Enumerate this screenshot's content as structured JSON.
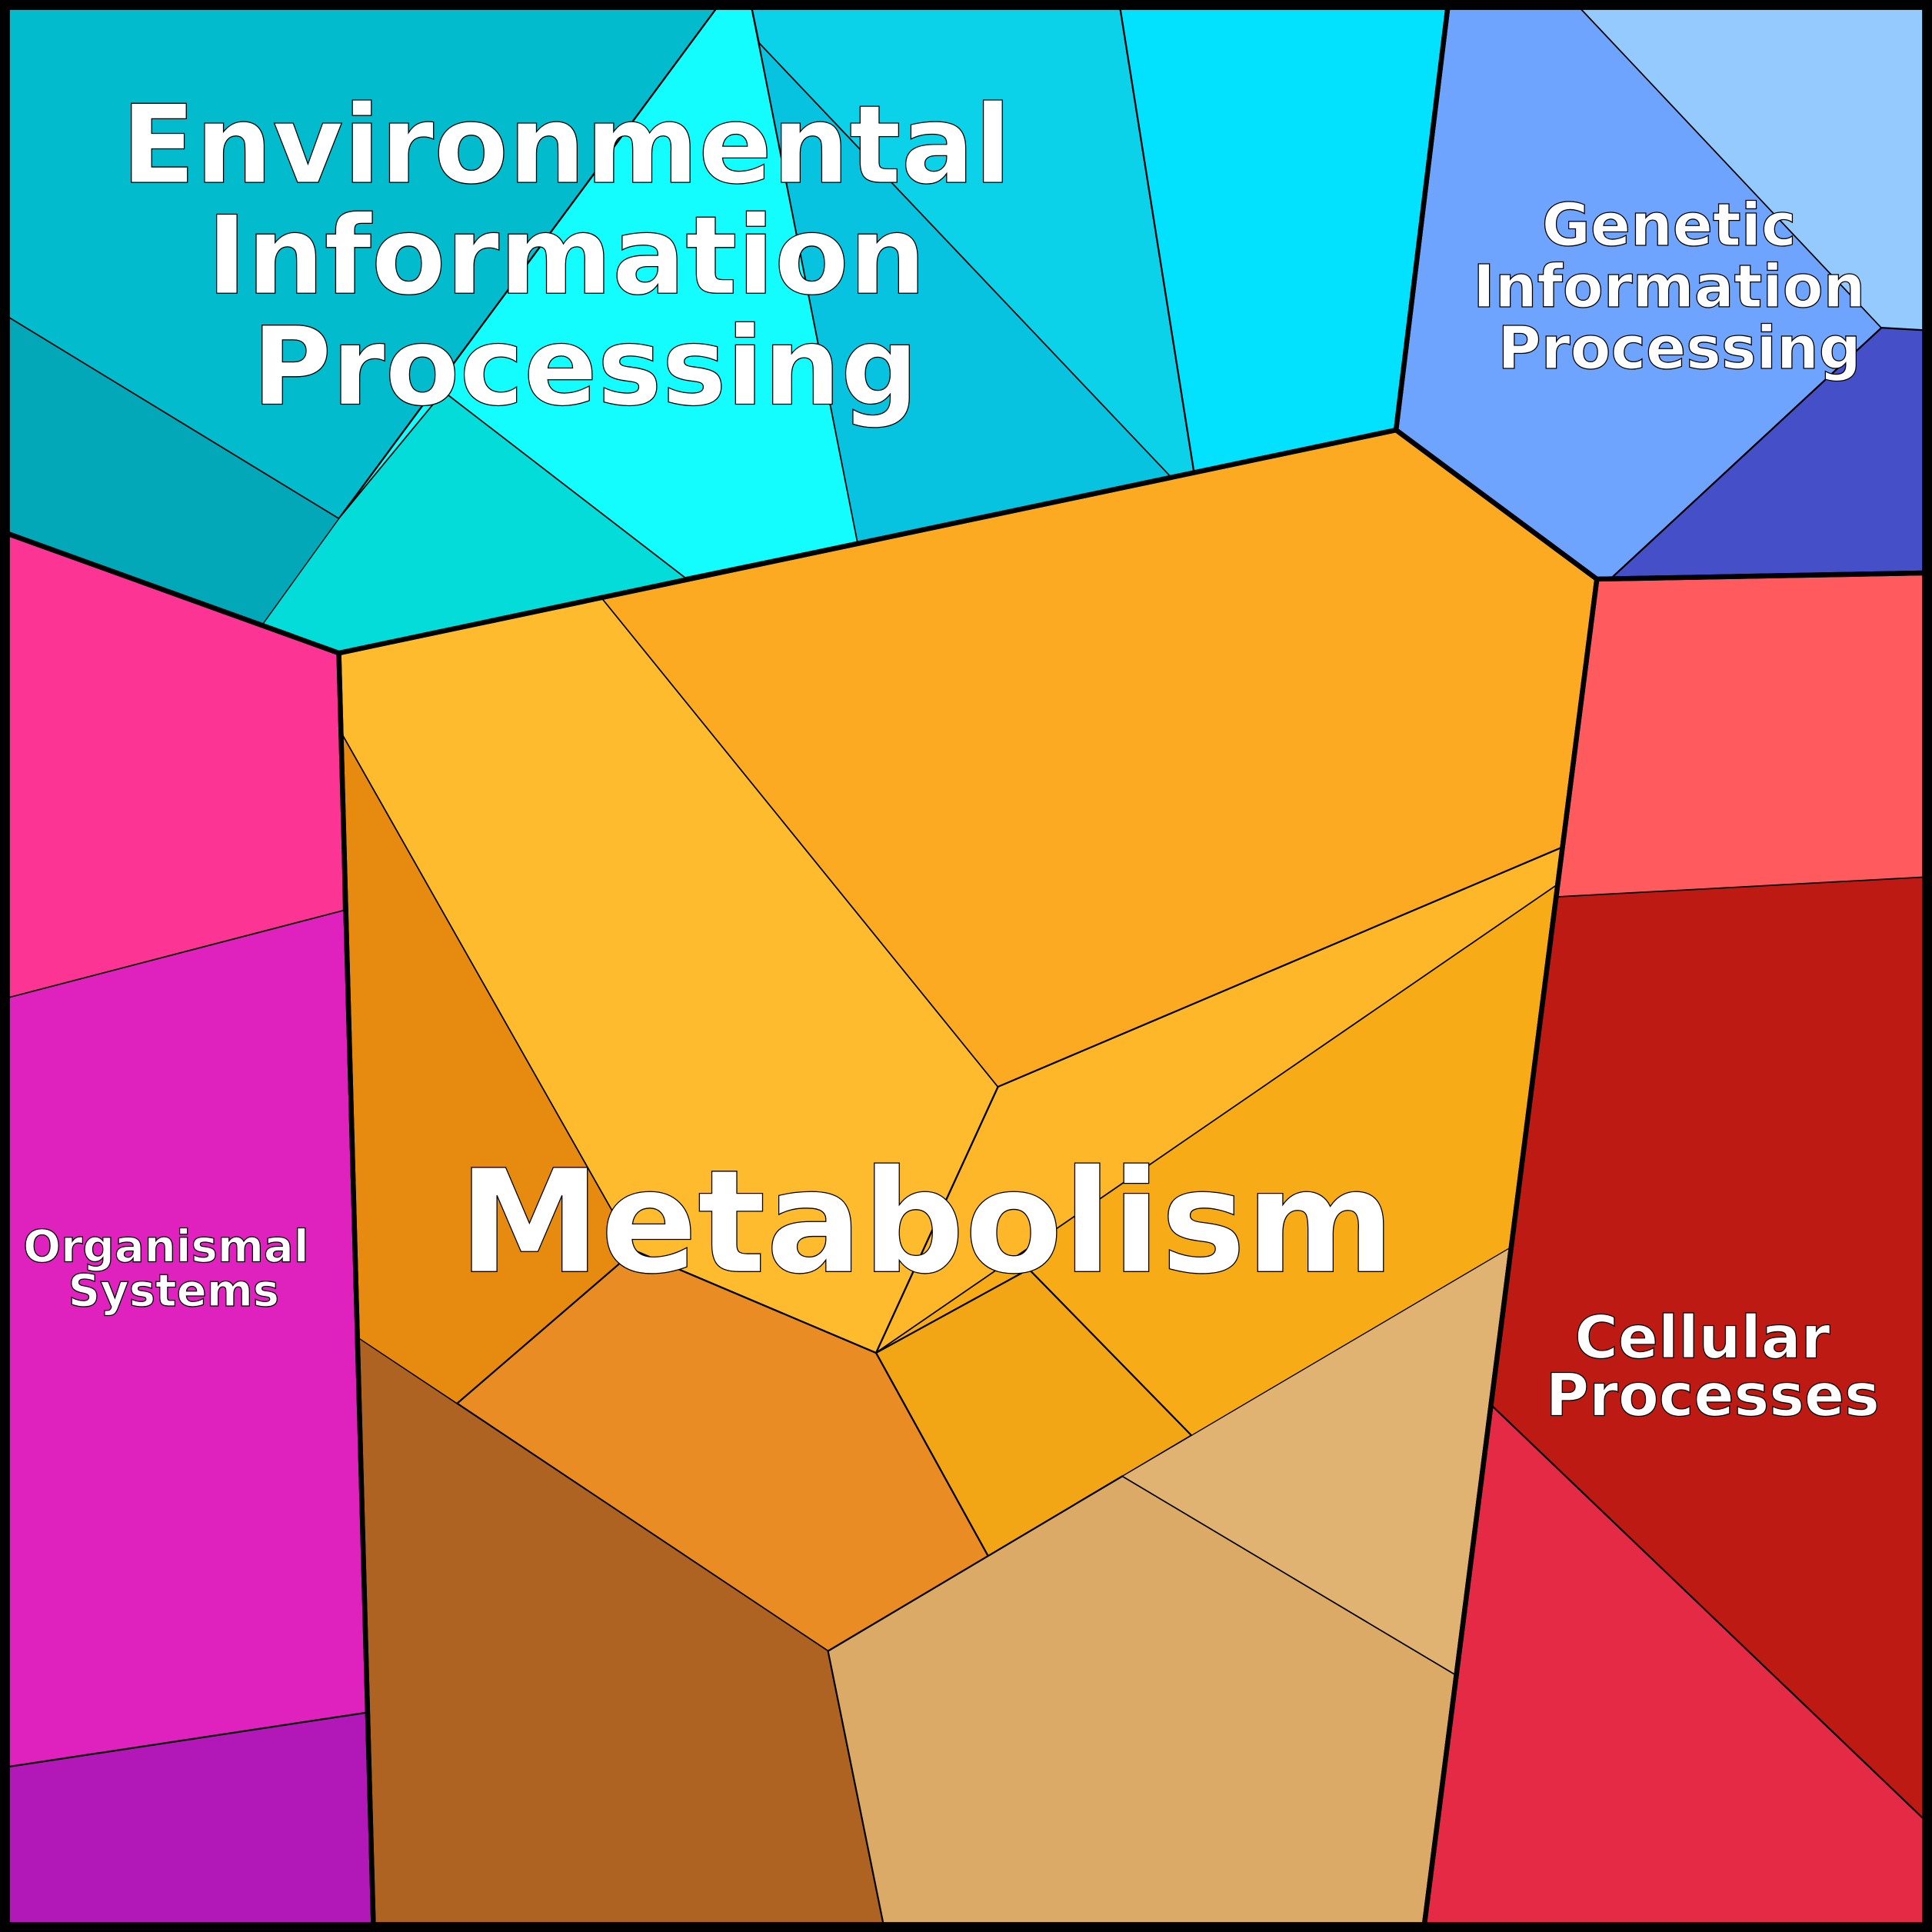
{
  "diagram": {
    "type": "voronoi-treemap",
    "categories": [
      {
        "id": "environmental",
        "lines": [
          "Environmental",
          "Information",
          "Processing"
        ]
      },
      {
        "id": "genetic",
        "lines": [
          "Genetic",
          "Information",
          "Processing"
        ]
      },
      {
        "id": "metabolism",
        "lines": [
          "Metabolism"
        ]
      },
      {
        "id": "organismal",
        "lines": [
          "Organismal",
          "Systems"
        ]
      },
      {
        "id": "cellular",
        "lines": [
          "Cellular",
          "Processes"
        ]
      }
    ],
    "cell_colors": {
      "environmental": [
        "#02BBCD",
        "#02A8B8",
        "#13FCFE",
        "#04DCD9",
        "#0BD2E8",
        "#08C3DF",
        "#02E2FE"
      ],
      "genetic": [
        "#6FA4FE",
        "#94CAFE",
        "#4550C8"
      ],
      "cellular": [
        "#FF5B5E",
        "#BD1A14",
        "#E52A45"
      ],
      "organismal": [
        "#FC3594",
        "#DF22BE",
        "#B218B8"
      ],
      "metabolism": [
        "#FDBB2D",
        "#FBAA22",
        "#FDB728",
        "#F7AC17",
        "#F2A616",
        "#E68A10",
        "#EA8C24",
        "#AE6323",
        "#DBAA67",
        "#E0B372"
      ]
    }
  }
}
